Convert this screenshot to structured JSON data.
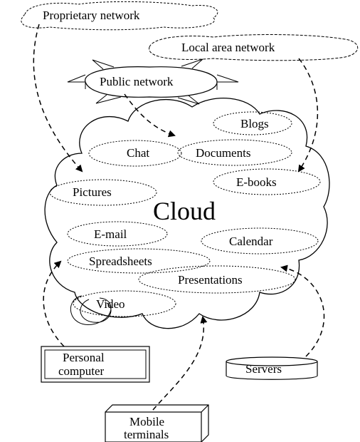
{
  "diagram": {
    "center_label": "Cloud",
    "networks": {
      "proprietary": "Proprietary network",
      "local_area": "Local area network",
      "public": "Public network"
    },
    "content_items": {
      "blogs": "Blogs",
      "chat": "Chat",
      "documents": "Documents",
      "ebooks": "E-books",
      "pictures": "Pictures",
      "email": "E-mail",
      "calendar": "Calendar",
      "spreadsheets": "Spreadsheets",
      "presentations": "Presentations",
      "video": "Video"
    },
    "devices": {
      "personal_computer_line1": "Personal",
      "personal_computer_line2": "computer",
      "servers": "Servers",
      "mobile_line1": "Mobile",
      "mobile_line2": "terminals"
    }
  }
}
